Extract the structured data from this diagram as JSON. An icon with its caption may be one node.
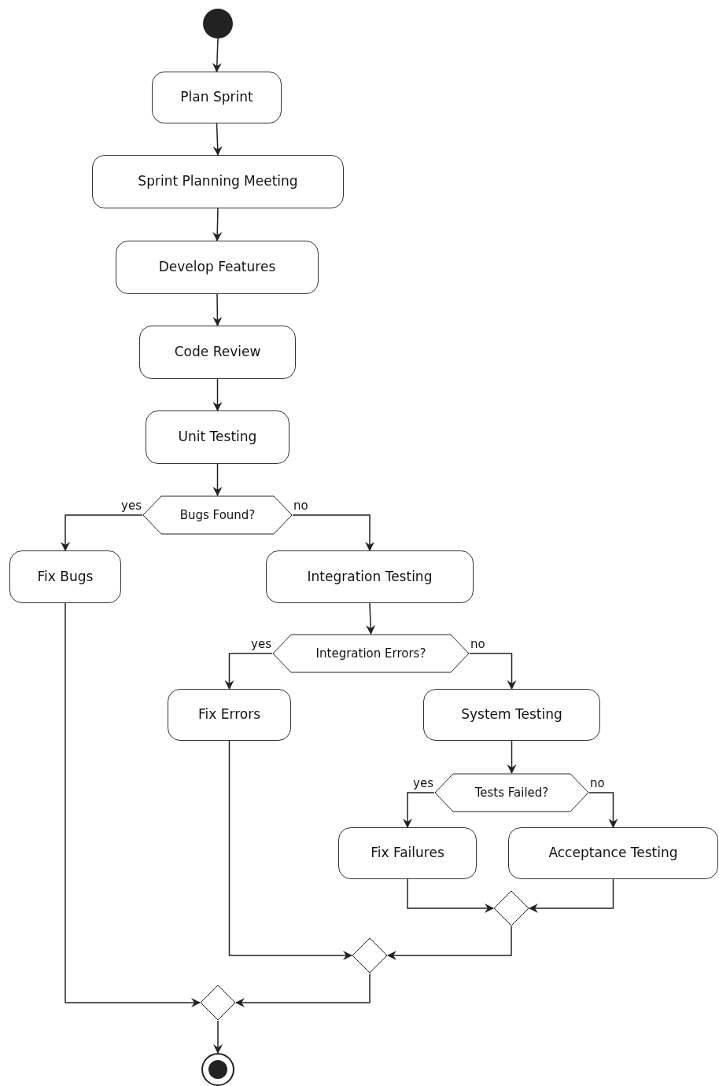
{
  "diagram": {
    "nodes": [
      {
        "text": [],
        "shape": "circle"
      },
      {
        "text": [
          "Plan Sprint"
        ]
      },
      {
        "text": [
          "Sprint Planning Meeting"
        ]
      },
      {
        "text": [
          "Develop Features"
        ]
      },
      {
        "text": [
          "Code Review"
        ]
      },
      {
        "text": [
          "Unit Testing"
        ]
      },
      {
        "text": [
          "Bugs Found?"
        ]
      },
      {
        "text": [
          "Fix Bugs"
        ]
      },
      {
        "text": [
          "Integration Testing"
        ]
      },
      {
        "text": [
          "Integration Errors?"
        ]
      },
      {
        "text": [
          "Fix Errors"
        ]
      },
      {
        "text": [
          "System Testing"
        ]
      },
      {
        "text": [
          "Tests Failed?"
        ]
      },
      {
        "text": [
          "Fix Failures"
        ]
      },
      {
        "text": [
          "Acceptance Testing"
        ]
      },
      {
        "text": [],
        "shape": "diamond"
      },
      {
        "text": [],
        "shape": "diamond"
      },
      {
        "text": [],
        "shape": "diamond"
      },
      {
        "text": [],
        "shape": "circle"
      }
    ],
    "edges": [
      {
        "from": 0,
        "to": 1,
        "arrow": "to"
      },
      {
        "from": 1,
        "to": 2,
        "arrow": "to"
      },
      {
        "from": 2,
        "to": 3,
        "arrow": "to"
      },
      {
        "from": 3,
        "to": 4,
        "arrow": "to"
      },
      {
        "from": 4,
        "to": 5,
        "arrow": "to"
      },
      {
        "from": 5,
        "to": 6,
        "arrow": "to"
      },
      {
        "from": 6,
        "to": 7,
        "arrow": "to",
        "label": "yes"
      },
      {
        "from": 6,
        "to": 8,
        "arrow": "to",
        "label": "no"
      },
      {
        "from": 8,
        "to": 9,
        "arrow": "to"
      },
      {
        "from": 9,
        "to": 10,
        "arrow": "to",
        "label": "yes"
      },
      {
        "from": 9,
        "to": 11,
        "arrow": "to",
        "label": "no"
      },
      {
        "from": 11,
        "to": 12,
        "arrow": "to"
      },
      {
        "from": 12,
        "to": 13,
        "arrow": "to",
        "label": "yes"
      },
      {
        "from": 12,
        "to": 14,
        "arrow": "to",
        "label": "no"
      },
      {
        "from": 13,
        "to": 15,
        "arrow": "to"
      },
      {
        "from": 14,
        "to": 15,
        "arrow": "to"
      },
      {
        "from": 10,
        "to": 16,
        "arrow": "to"
      },
      {
        "from": 15,
        "to": 16,
        "arrow": "to"
      },
      {
        "from": 7,
        "to": 17,
        "arrow": "to"
      },
      {
        "from": 16,
        "to": 17,
        "arrow": "to"
      },
      {
        "from": 17,
        "to": 18,
        "arrow": "to"
      }
    ]
  }
}
